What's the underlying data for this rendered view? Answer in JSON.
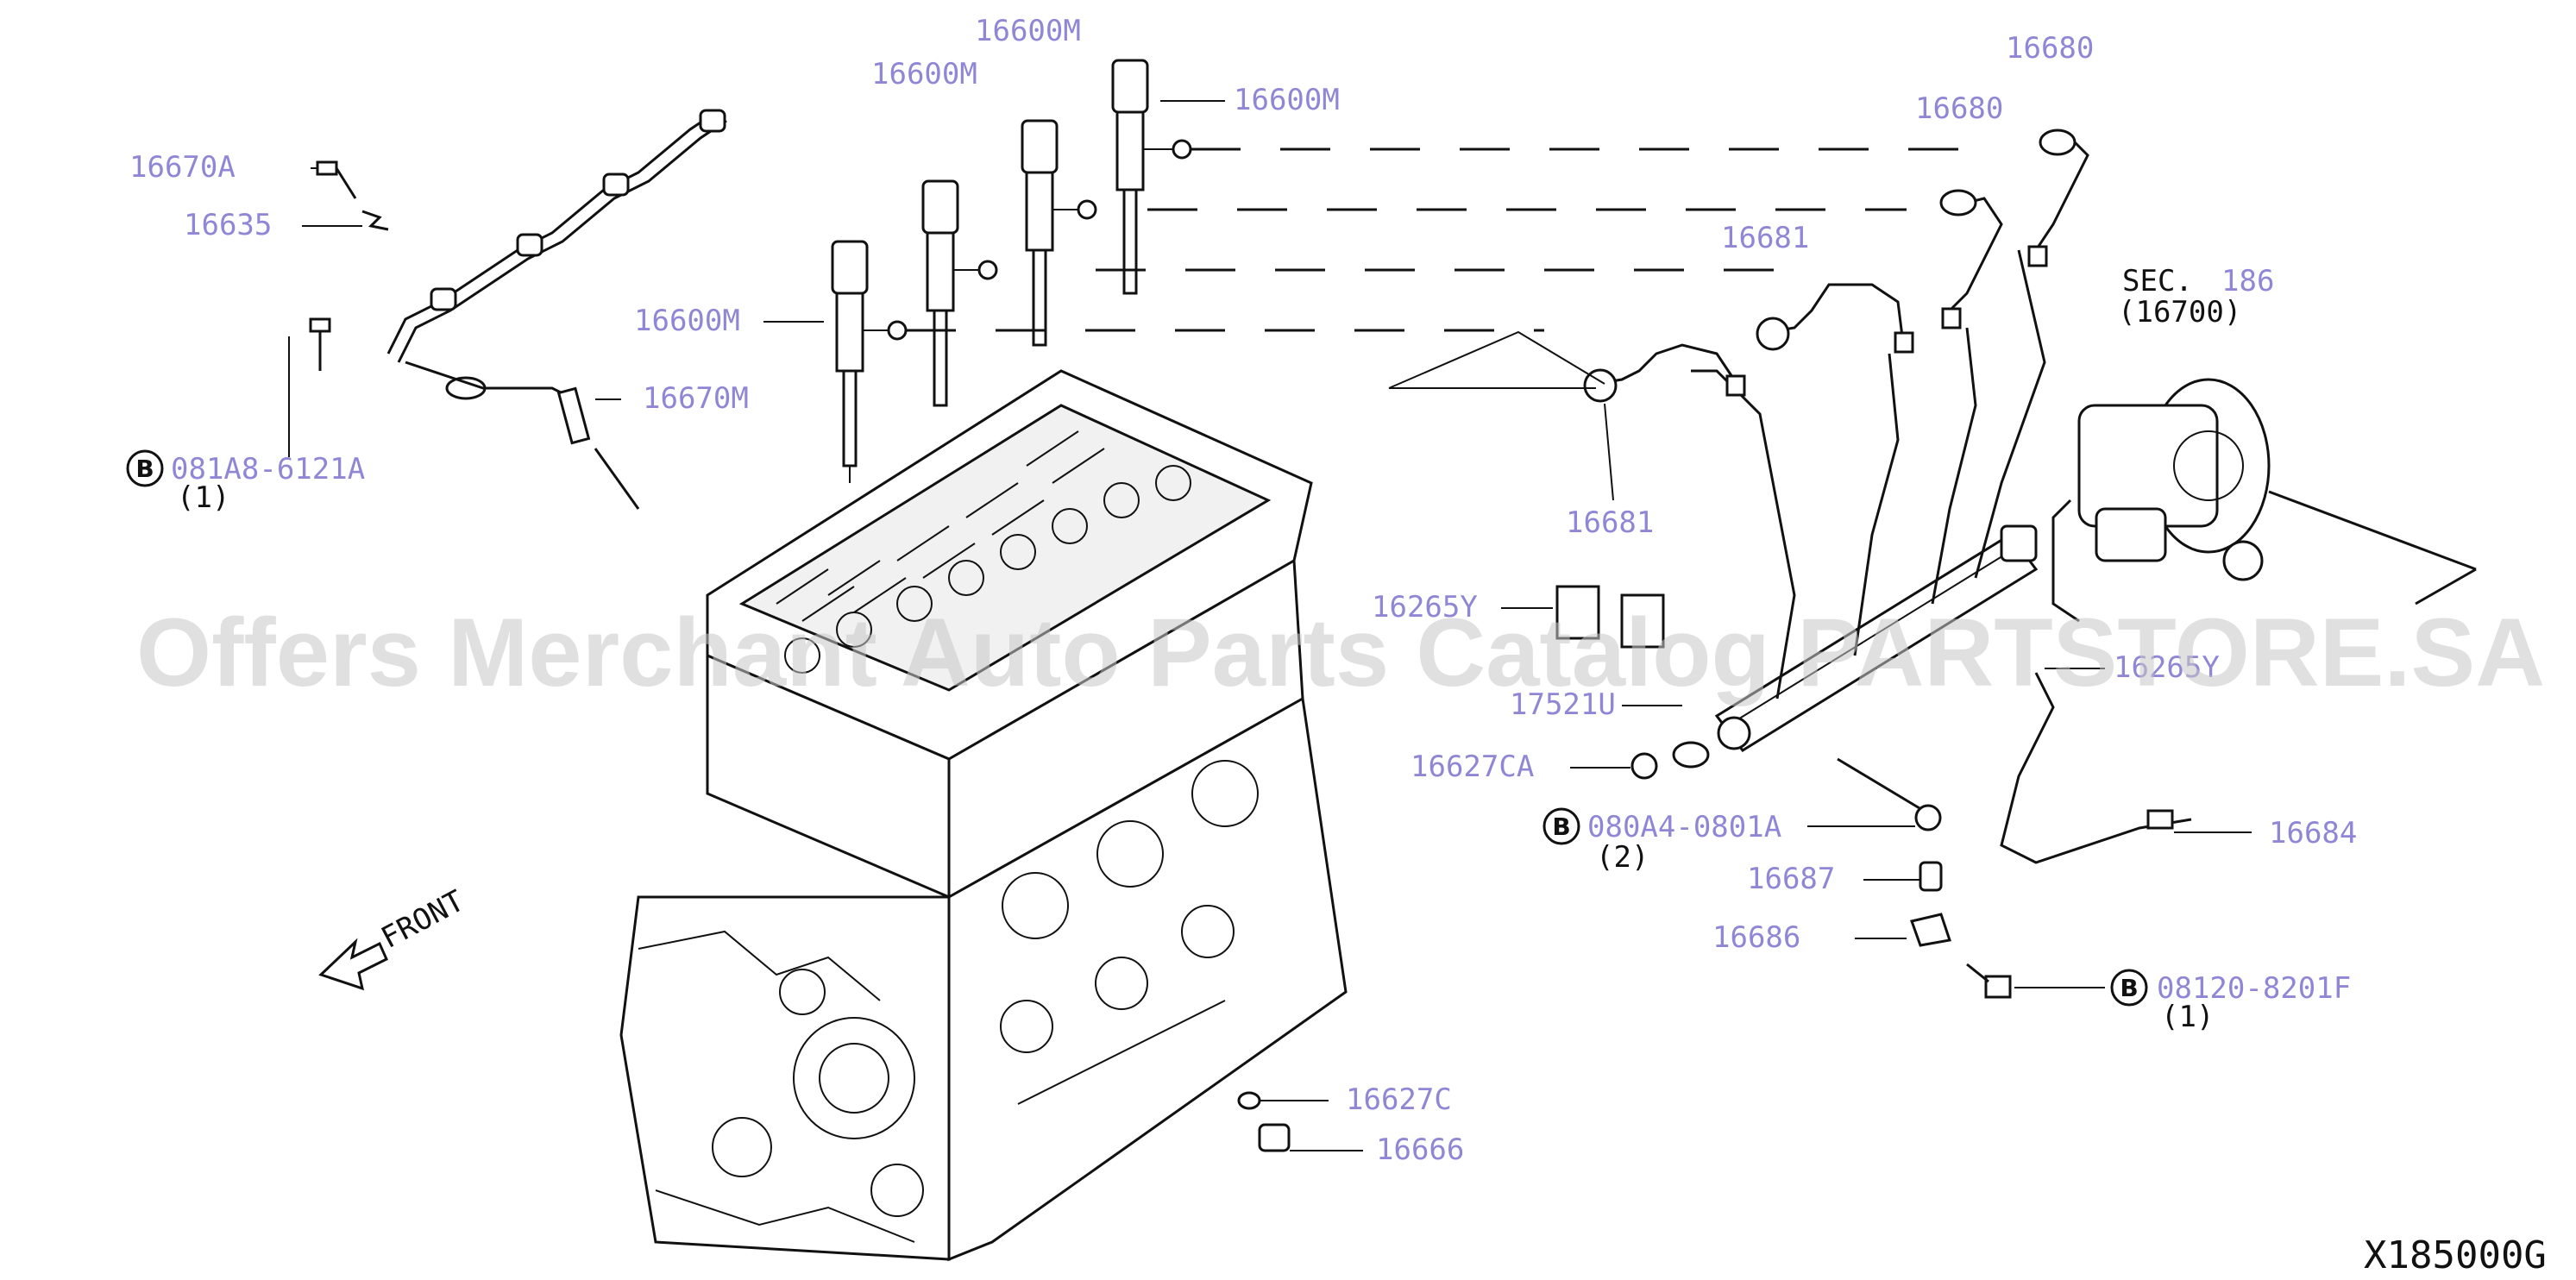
{
  "diagram": {
    "diagram_code": "X185000G",
    "watermark": "Offers Merchant Auto Parts Catalog PARTSTORE.SA",
    "front_label": "FRONT",
    "section_ref": {
      "prefix": "SEC.",
      "number": "186",
      "part": "(16700)"
    },
    "bolt_marker": "B",
    "colors": {
      "part_label": "#8f86d6",
      "line": "#111111",
      "watermark": "#c8c8c8"
    },
    "labels": {
      "injector_a": "16600M",
      "injector_b": "16600M",
      "injector_c": "16600M",
      "injector_d": "16600M",
      "bolt_16670a": "16670A",
      "clamp_16635": "16635",
      "leak_off_pipe": "16670M",
      "bolt_081a8": "081A8-6121A",
      "bolt_081a8_qty": "(1)",
      "pipe_16680_a": "16680",
      "pipe_16680_b": "16680",
      "pipe_16681_a": "16681",
      "pipe_16681_b": "16681",
      "clip_16265y": "16265Y",
      "sensor_17521u": "17521U",
      "plug_16627ca": "16627CA",
      "bolt_080a4": "080A4-0801A",
      "bolt_080a4_qty": "(2)",
      "damper_16687": "16687",
      "bracket_16686": "16686",
      "bolt_08120": "08120-8201F",
      "bolt_08120_qty": "(1)",
      "pipe_16684": "16684",
      "hidden_16265y": "16265Y",
      "seal_16627c": "16627C",
      "cap_16666": "16666"
    }
  }
}
